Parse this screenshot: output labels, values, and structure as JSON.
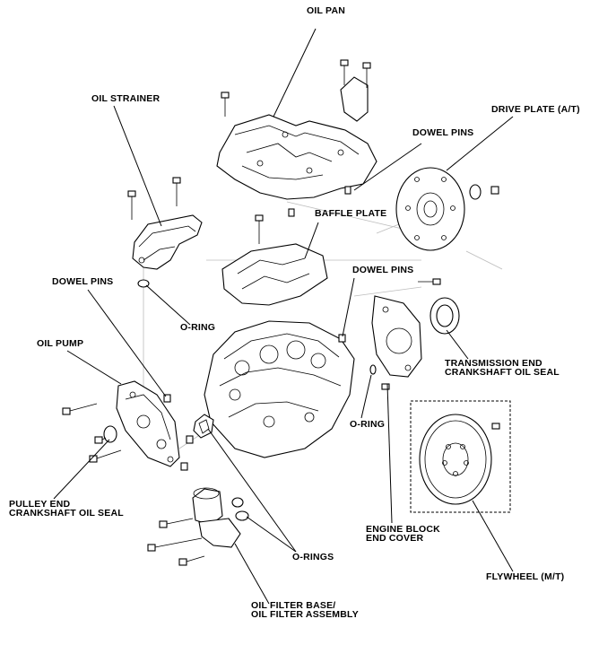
{
  "labels": {
    "oil_pan": "OIL PAN",
    "oil_strainer": "OIL STRAINER",
    "dowel_pins_top": "DOWEL PINS",
    "drive_plate": "DRIVE PLATE (A/T)",
    "baffle_plate": "BAFFLE PLATE",
    "dowel_pins_left": "DOWEL PINS",
    "dowel_pins_mid": "DOWEL PINS",
    "o_ring_strainer": "O-RING",
    "oil_pump": "OIL PUMP",
    "trans_seal_1": "TRANSMISSION END",
    "trans_seal_2": "CRANKSHAFT OIL SEAL",
    "o_ring_cover": "O-RING",
    "pulley_seal_1": "PULLEY END",
    "pulley_seal_2": "CRANKSHAFT OIL SEAL",
    "engine_cover_1": "ENGINE BLOCK",
    "engine_cover_2": "END COVER",
    "o_rings": "O-RINGS",
    "flywheel": "FLYWHEEL (M/T)",
    "filter_1": "OIL FILTER BASE/",
    "filter_2": "OIL FILTER ASSEMBLY"
  }
}
